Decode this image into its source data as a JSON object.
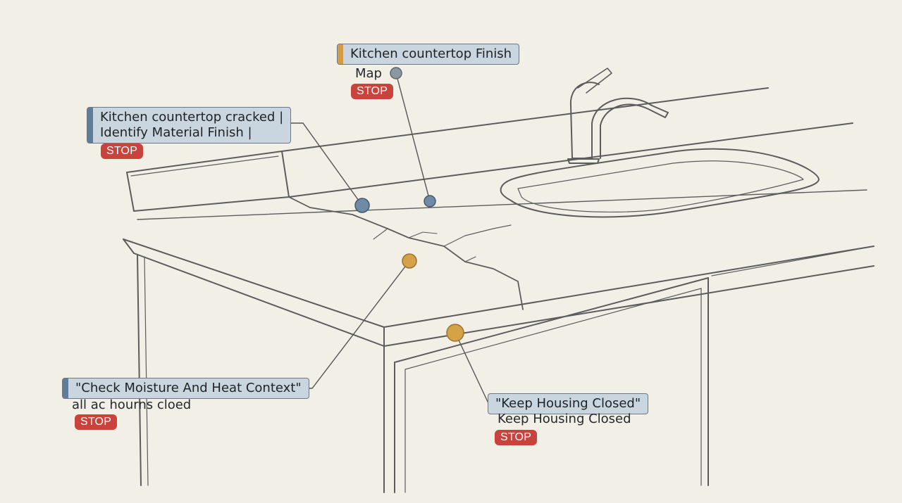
{
  "callouts": [
    {
      "title": "Kitchen countertop Finish",
      "subtitle": "Map",
      "badge": "STOP"
    },
    {
      "title_line1": "Kitchen countertop cracked |",
      "title_line2": "Identify Material Finish |",
      "badge": "STOP"
    },
    {
      "title": "\"Check Moisture And Heat Context\"",
      "subtitle": "all  ac hourns cloed",
      "badge": "STOP"
    },
    {
      "title": "\"Keep Housing Closed\"",
      "subtitle": "Keep Housing Closed",
      "badge": "STOP"
    }
  ],
  "colors": {
    "background": "#f2efe7",
    "callout_fill": "#c9d6df",
    "marker_blue": "#6e8aa6",
    "marker_gray": "#8b98a3",
    "marker_orange": "#d6a247",
    "stop_red": "#c9423c",
    "sketch_line": "#5c5c5c"
  }
}
